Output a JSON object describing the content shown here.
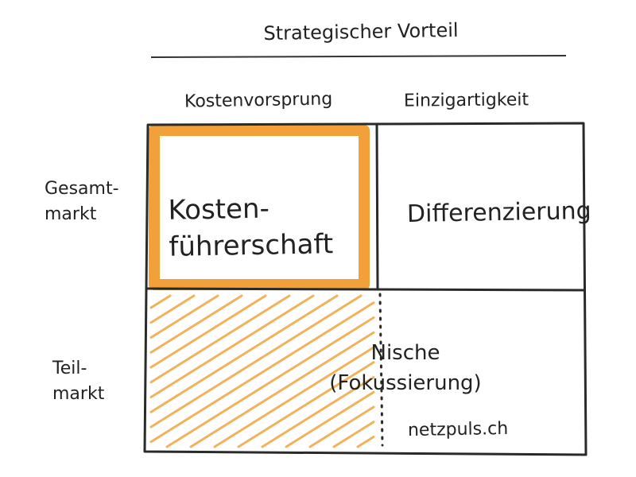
{
  "title": "Strategischer Vorteil",
  "columns": [
    "Kostenvorsprung",
    "Einzigartigkeit"
  ],
  "rows": [
    "Gesamt-\nmarkt",
    "Teil-\nmarkt"
  ],
  "cells": {
    "cost_leadership": "Kosten-\nführerschaft",
    "differentiation": "Differenzierung",
    "niche": "Nische\n(Fokussierung)"
  },
  "credit": "netzpuls.ch",
  "colors": {
    "highlight": "#f2a03a",
    "hatch": "#f2b25a",
    "ink": "#222222"
  }
}
